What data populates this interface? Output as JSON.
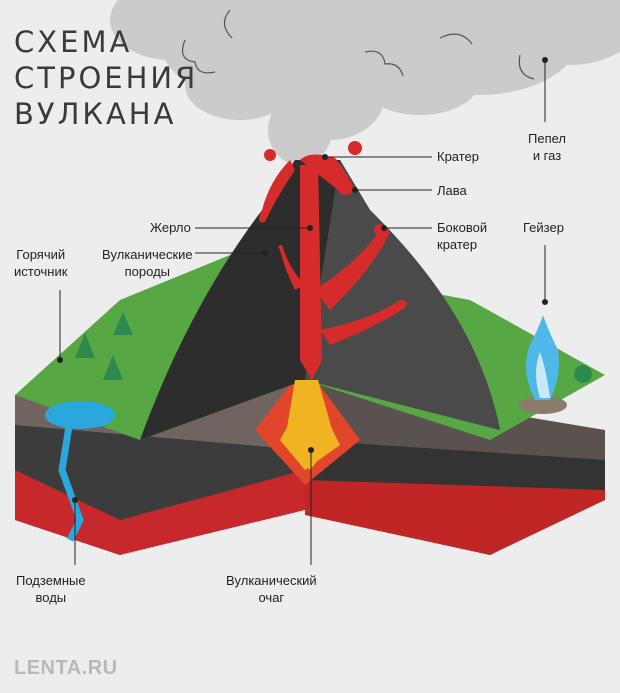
{
  "title": [
    "СХЕМА",
    "СТРОЕНИЯ",
    "ВУЛКАНА"
  ],
  "labels": {
    "crater": "Кратер",
    "lava": "Лава",
    "side_crater": [
      "Боковой",
      "кратер"
    ],
    "ash": [
      "Пепел",
      "и газ"
    ],
    "geyser": "Гейзер",
    "vent": "Жерло",
    "rocks": [
      "Вулканические",
      "породы"
    ],
    "hot_spring": [
      "Горячий",
      "источник"
    ],
    "groundwater": [
      "Подземные",
      "воды"
    ],
    "chamber": [
      "Вулканический",
      "очаг"
    ]
  },
  "footer": {
    "logo": "LENTA.RU"
  },
  "colors": {
    "background": "#ededed",
    "smoke": "#cfcfcf",
    "lava": "#d52b2b",
    "magma": "#f0b423",
    "grass": "#57a845",
    "rock": "#2d2d2d",
    "water": "#2aa8de"
  }
}
